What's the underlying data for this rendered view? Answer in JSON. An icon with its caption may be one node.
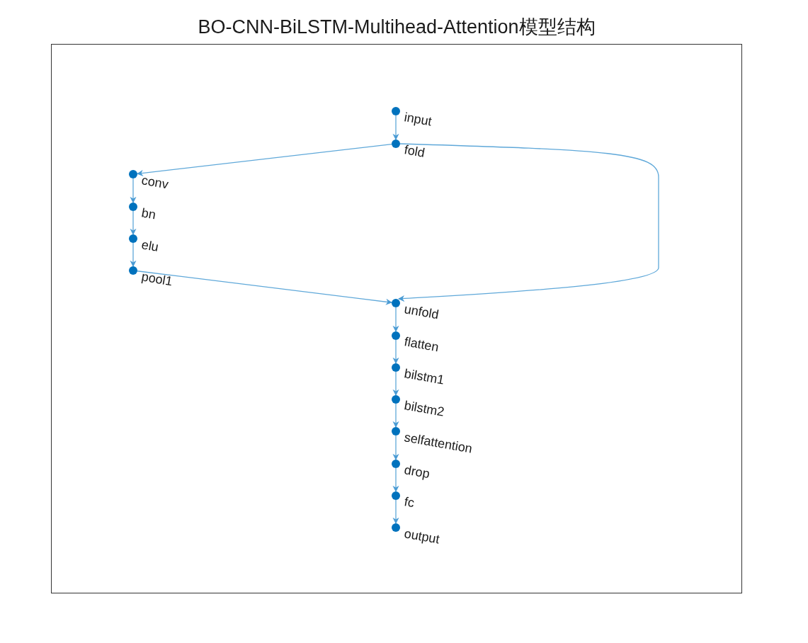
{
  "diagram": {
    "title": "BO-CNN-BiLSTM-Multihead-Attention模型结构",
    "nodes": [
      {
        "text": [
          "input"
        ]
      },
      {
        "text": [
          "fold"
        ]
      },
      {
        "text": [
          "conv"
        ]
      },
      {
        "text": [
          "bn"
        ]
      },
      {
        "text": [
          "elu"
        ]
      },
      {
        "text": [
          "pool1"
        ]
      },
      {
        "text": [
          "unfold"
        ]
      },
      {
        "text": [
          "flatten"
        ]
      },
      {
        "text": [
          "bilstm1"
        ]
      },
      {
        "text": [
          "bilstm2"
        ]
      },
      {
        "text": [
          "selfattention"
        ]
      },
      {
        "text": [
          "drop"
        ]
      },
      {
        "text": [
          "fc"
        ]
      },
      {
        "text": [
          "output"
        ]
      }
    ],
    "edges": [
      {
        "from": 0,
        "to": 1,
        "arrow": "to"
      },
      {
        "from": 1,
        "to": 2,
        "arrow": "to"
      },
      {
        "from": 1,
        "to": 6,
        "arrow": "to"
      },
      {
        "from": 2,
        "to": 3,
        "arrow": "to"
      },
      {
        "from": 3,
        "to": 4,
        "arrow": "to"
      },
      {
        "from": 4,
        "to": 5,
        "arrow": "to"
      },
      {
        "from": 5,
        "to": 6,
        "arrow": "to"
      },
      {
        "from": 6,
        "to": 7,
        "arrow": "to"
      },
      {
        "from": 7,
        "to": 8,
        "arrow": "to"
      },
      {
        "from": 8,
        "to": 9,
        "arrow": "to"
      },
      {
        "from": 9,
        "to": 10,
        "arrow": "to"
      },
      {
        "from": 10,
        "to": 11,
        "arrow": "to"
      },
      {
        "from": 11,
        "to": 12,
        "arrow": "to"
      },
      {
        "from": 12,
        "to": 13,
        "arrow": "to"
      }
    ]
  }
}
